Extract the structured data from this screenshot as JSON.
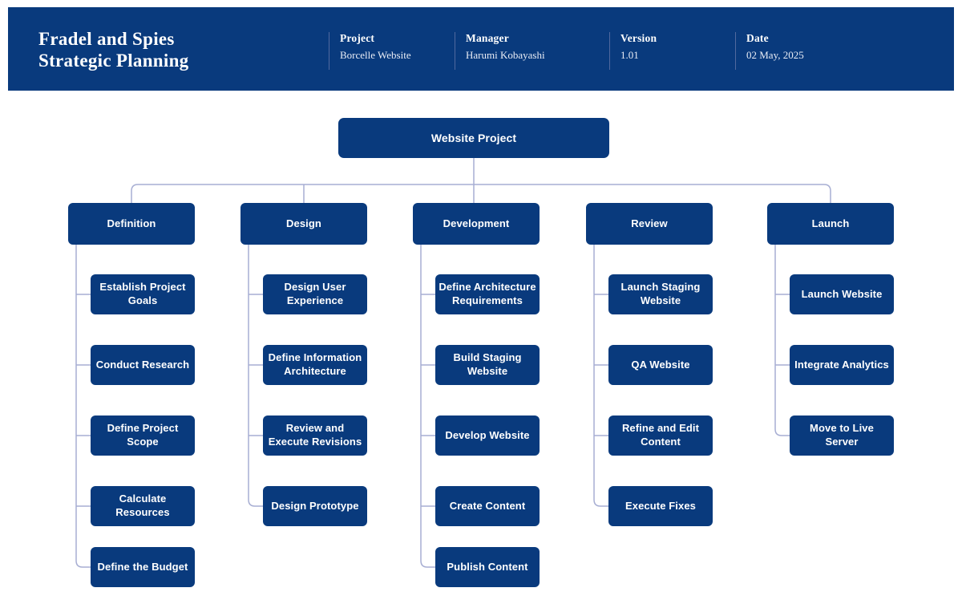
{
  "colors": {
    "navy": "#093a7d",
    "connector": "#a7aed3",
    "header_divider": "#51699e",
    "background": "#ffffff",
    "text_on_navy": "#ffffff"
  },
  "header": {
    "title_line1": "Fradel and Spies",
    "title_line2": "Strategic Planning",
    "fields": [
      {
        "label": "Project",
        "value": "Borcelle Website"
      },
      {
        "label": "Manager",
        "value": "Harumi Kobayashi"
      },
      {
        "label": "Version",
        "value": "1.01"
      },
      {
        "label": "Date",
        "value": "02 May, 2025"
      }
    ]
  },
  "tree": {
    "root": "Website Project",
    "columns": [
      {
        "label": "Definition",
        "children": [
          "Establish Project Goals",
          "Conduct Research",
          "Define Project Scope",
          "Calculate Resources",
          "Define the Budget"
        ]
      },
      {
        "label": "Design",
        "children": [
          "Design User Experience",
          "Define Information Architecture",
          "Review and Execute Revisions",
          "Design Prototype"
        ]
      },
      {
        "label": "Development",
        "children": [
          "Define Architecture Requirements",
          "Build Staging Website",
          "Develop Website",
          "Create Content",
          "Publish Content"
        ]
      },
      {
        "label": "Review",
        "children": [
          "Launch Staging Website",
          "QA Website",
          "Refine and Edit Content",
          "Execute Fixes"
        ]
      },
      {
        "label": "Launch",
        "children": [
          "Launch Website",
          "Integrate Analytics",
          "Move to Live Server"
        ]
      }
    ]
  }
}
